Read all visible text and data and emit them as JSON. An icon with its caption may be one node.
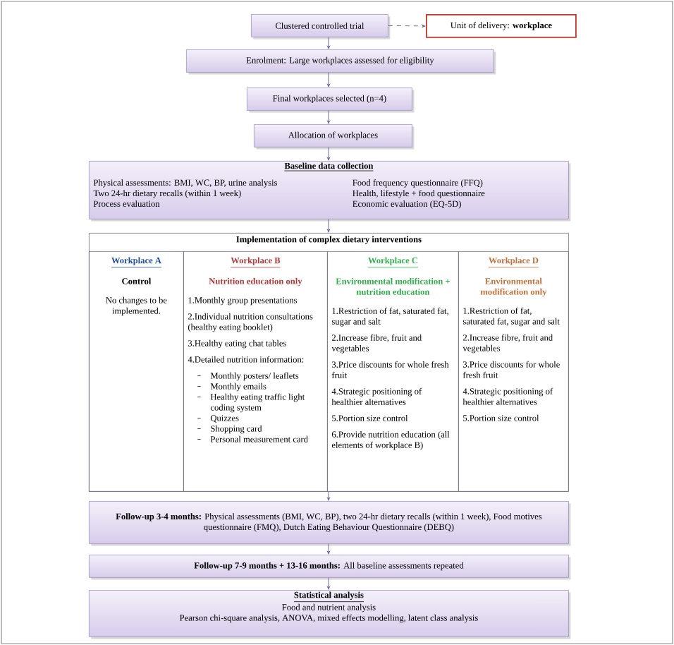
{
  "diagram": {
    "nodes": [
      {
        "text": [
          "Clustered controlled trial"
        ]
      },
      {
        "text": [
          "Unit of delivery: **workplace**"
        ]
      },
      {
        "text": [
          "Enrolment: Large workplaces assessed for eligibility"
        ]
      },
      {
        "text": [
          "Final workplaces selected (n=4)"
        ]
      },
      {
        "text": [
          "Allocation of workplaces"
        ]
      },
      {
        "text": [
          "Baseline data collection",
          "Physical assessments: BMI, WC, BP, urine analysis",
          "Two 24-hr dietary recalls (within 1 week)",
          "Process evaluation",
          "Food frequency questionnaire (FFQ)",
          "Health, lifestyle + food questionnaire",
          "Economic evaluation (EQ-5D)"
        ]
      },
      {
        "text": [
          "Implementation of complex dietary interventions"
        ]
      },
      {
        "text": [
          "Workplace A",
          "Control",
          "No changes to be implemented."
        ],
        "in": 6
      },
      {
        "text": [
          "Workplace B",
          "Nutrition education only",
          "1.Monthly group presentations",
          "2.Individual nutrition consultations (healthy eating booklet)",
          "3.Healthy eating chat tables",
          "4.Detailed nutrition information:",
          "Monthly posters/ leaflets",
          "Monthly emails",
          "Healthy eating traffic light coding system",
          "Quizzes",
          "Shopping card",
          "Personal measurement card"
        ],
        "in": 6
      },
      {
        "text": [
          "Workplace C",
          "Environmental modification + nutrition education",
          "1.Restriction of fat, saturated fat, sugar and salt",
          "2.Increase fibre, fruit and vegetables",
          "3.Price discounts for whole fresh fruit",
          "4.Strategic positioning of healthier alternatives",
          "5.Portion size control",
          "6.Provide nutrition education (all elements of workplace B)"
        ],
        "in": 6
      },
      {
        "text": [
          "Workplace D",
          "Environmental modification only",
          "1.Restriction of fat, saturated fat, sugar and salt",
          "2.Increase fibre, fruit and vegetables",
          "3.Price discounts for whole fresh fruit",
          "4.Strategic positioning of healthier alternatives",
          "5.Portion size control"
        ],
        "in": 6
      },
      {
        "text": [
          "**Follow-up 3-4 months:** Physical assessments (BMI, WC, BP), two 24-hr dietary recalls (within 1 week), Food motives questionnaire (FMQ), Dutch Eating Behaviour Questionnaire (DEBQ)"
        ]
      },
      {
        "text": [
          "**Follow-up 7-9 months + 13-16 months:** All baseline assessments repeated"
        ]
      },
      {
        "text": [
          "Statistical analysis",
          "Food and nutrient analysis",
          "Pearson chi-square analysis, ANOVA, mixed effects modelling, latent class analysis"
        ]
      }
    ],
    "edges": [
      {
        "from": 0,
        "to": 1,
        "arrow": "to",
        "style": "dashed"
      },
      {
        "from": 0,
        "to": 2,
        "arrow": "to"
      },
      {
        "from": 2,
        "to": 3,
        "arrow": "to"
      },
      {
        "from": 3,
        "to": 4,
        "arrow": "to"
      },
      {
        "from": 4,
        "to": 5,
        "arrow": "to"
      },
      {
        "from": 5,
        "to": 6,
        "arrow": "to"
      },
      {
        "from": 6,
        "to": 11,
        "arrow": "to"
      },
      {
        "from": 11,
        "to": 12,
        "arrow": "to"
      },
      {
        "from": 12,
        "to": 13,
        "arrow": "to"
      }
    ]
  }
}
